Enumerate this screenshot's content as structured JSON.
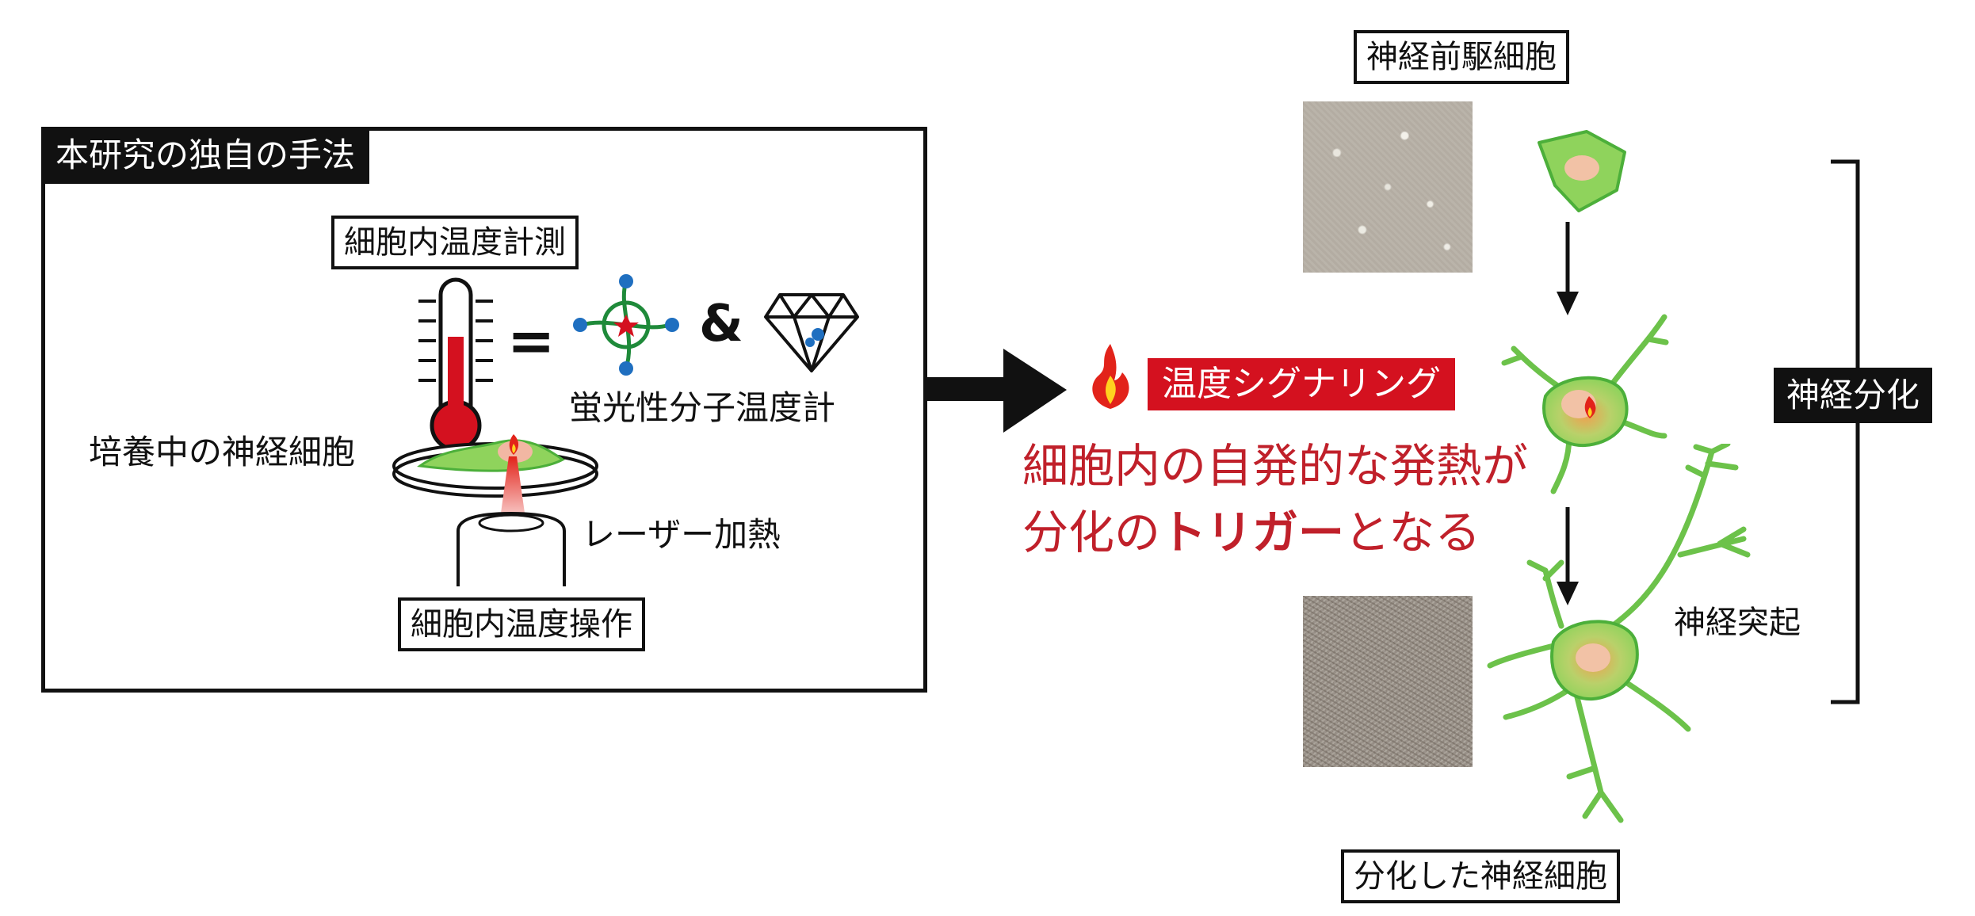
{
  "method": {
    "title": "本研究の独自の手法",
    "measure_label": "細胞内温度計測",
    "equals": "=",
    "ampersand": "&",
    "thermometer_label": "蛍光性分子温度計",
    "culture_label": "培養中の神経細胞",
    "laser_label": "レーザー加熱",
    "manipulate_label": "細胞内温度操作"
  },
  "signal": {
    "label": "温度シグナリング",
    "headline_line1": "細胞内の自発的な発熱が",
    "headline_line2_pre": "分化の",
    "headline_line2_bold": "トリガー",
    "headline_line2_post": "となる"
  },
  "cells": {
    "progenitor_label": "神経前駆細胞",
    "differentiation_label": "神経分化",
    "neurite_label": "神経突起",
    "differentiated_label": "分化した神経細胞"
  },
  "colors": {
    "cell_green": "#8fd35c",
    "cell_outline": "#4caf3a",
    "flame_red": "#e2231a",
    "flame_yellow": "#ffd21f",
    "headline_red": "#c0202a"
  }
}
